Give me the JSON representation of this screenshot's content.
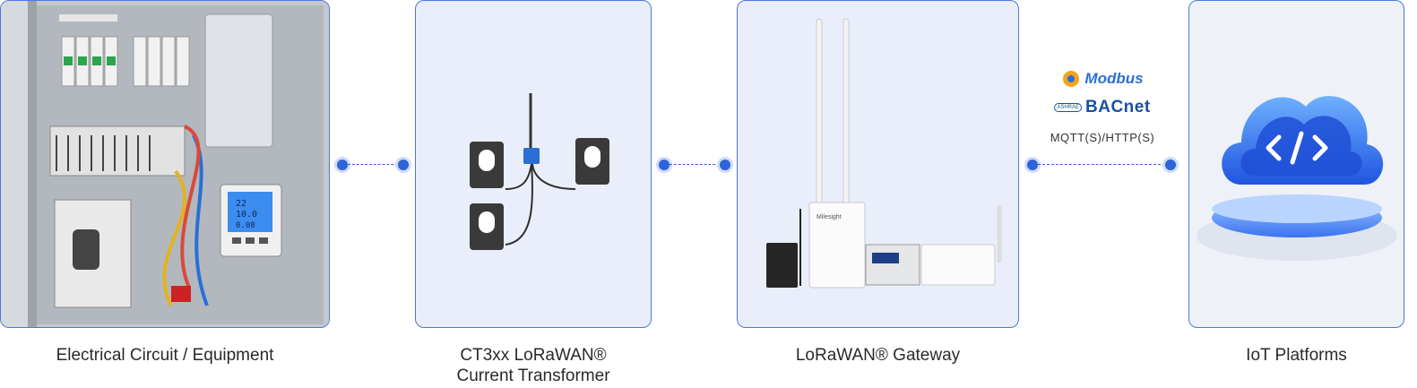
{
  "steps": [
    {
      "label": "Electrical Circuit / Equipment"
    },
    {
      "label": "CT3xx LoRaWAN®",
      "label2": "Current Transformer"
    },
    {
      "label": "LoRaWAN® Gateway"
    },
    {
      "label": "IoT Platforms"
    }
  ],
  "protocols": {
    "modbus": "Modbus",
    "bacnet": "BACnet",
    "bacnet_badge": "ASHRAE",
    "mqtt": "MQTT(S)/HTTP(S)"
  },
  "device_brand": "Milesight",
  "panel_display": {
    "line1": "22",
    "line2": "10.0",
    "line3": "0.08"
  },
  "colors": {
    "accent": "#2f63d8",
    "card_border": "#4a78e0",
    "card_bg": "#e9eefa",
    "cloud": "#2f6ff0"
  },
  "icons": [
    "code-brackets-icon",
    "modbus-logo-icon"
  ]
}
